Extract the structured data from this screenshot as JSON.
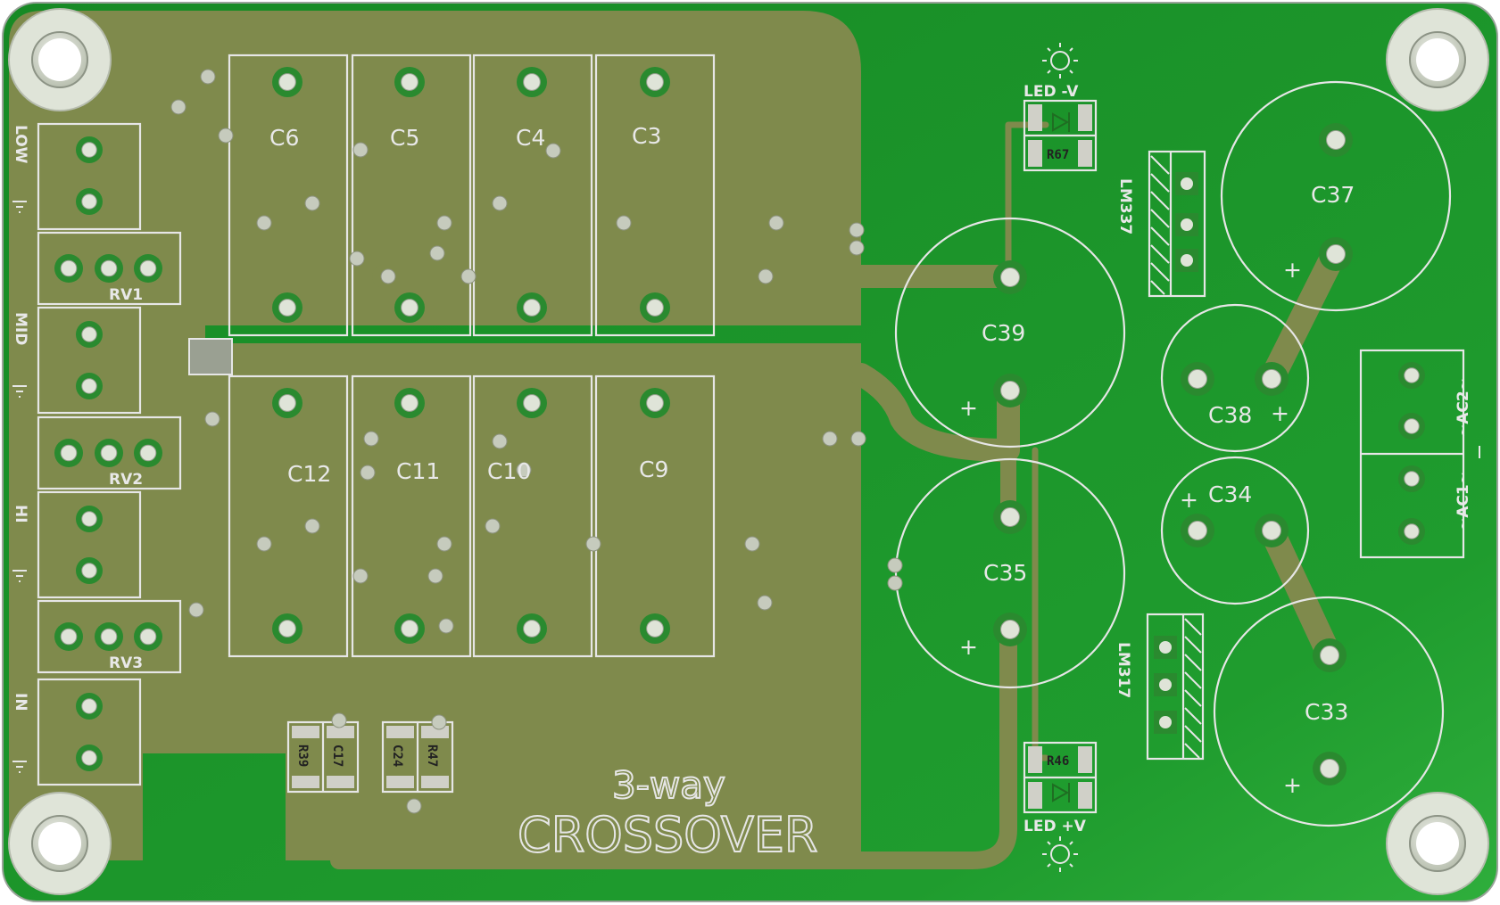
{
  "board": {
    "title_line1": "3-way",
    "title_line2": "CROSSOVER",
    "colors": {
      "board_green": "#1e9a2c",
      "copper_pour": "#7f8a4c",
      "pad_ring": "#2a8a2f",
      "hole": "#dfe4d8",
      "silkscreen": "#e6e6e6"
    }
  },
  "connectors": {
    "low": {
      "label": "LOW"
    },
    "mid": {
      "label": "MID"
    },
    "hi": {
      "label": "HI"
    },
    "in": {
      "label": "IN"
    },
    "ac": {
      "label_1": "~AC1~",
      "label_2": "~AC2~"
    }
  },
  "potentiometers": [
    "RV1",
    "RV2",
    "RV3"
  ],
  "film_caps_top": [
    "C6",
    "C5",
    "C4",
    "C3"
  ],
  "film_caps_bottom": [
    "C12",
    "C11",
    "C10",
    "C9"
  ],
  "electrolytics": {
    "c39": "C39",
    "c35": "C35",
    "c37": "C37",
    "c38": "C38",
    "c34": "C34",
    "c33": "C33",
    "plus": "+"
  },
  "regulators": {
    "top": "LM337",
    "bottom": "LM317"
  },
  "smd": {
    "r67": "R67",
    "r46": "R46",
    "r39": "R39",
    "c17": "C17",
    "c24": "C24",
    "r47": "R47"
  },
  "leds": {
    "top": "LED -V",
    "bottom": "LED +V"
  }
}
